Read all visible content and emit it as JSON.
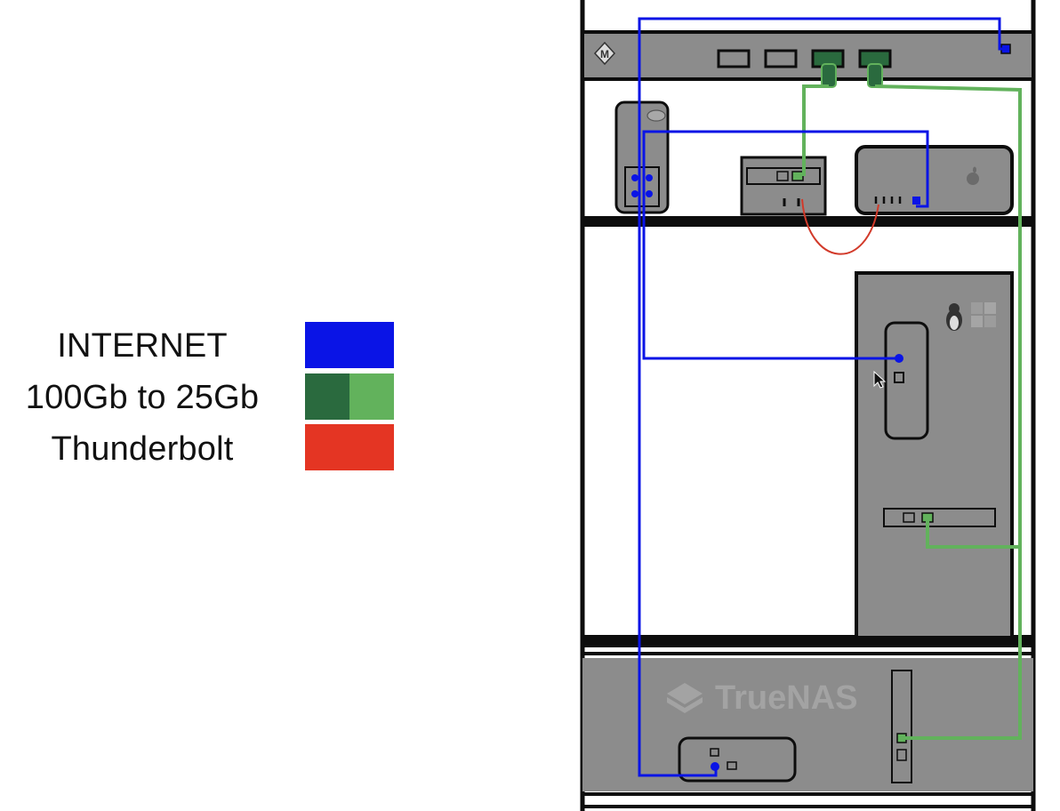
{
  "legend": {
    "items": [
      {
        "label": "INTERNET",
        "colors": [
          "#0a14e6"
        ]
      },
      {
        "label": "100Gb to 25Gb",
        "colors": [
          "#2a6a3e",
          "#62b25c"
        ]
      },
      {
        "label": "Thunderbolt",
        "colors": [
          "#e43523"
        ]
      }
    ]
  },
  "rack": {
    "nas_logo_text": "TrueNAS",
    "colors": {
      "frame": "#0d0d0d",
      "device": "#8c8c8c",
      "internet_cable": "#0a14e6",
      "fiber_dark": "#2a6a3e",
      "fiber_light": "#62b25c",
      "thunderbolt_cable": "#d23a2a"
    }
  }
}
